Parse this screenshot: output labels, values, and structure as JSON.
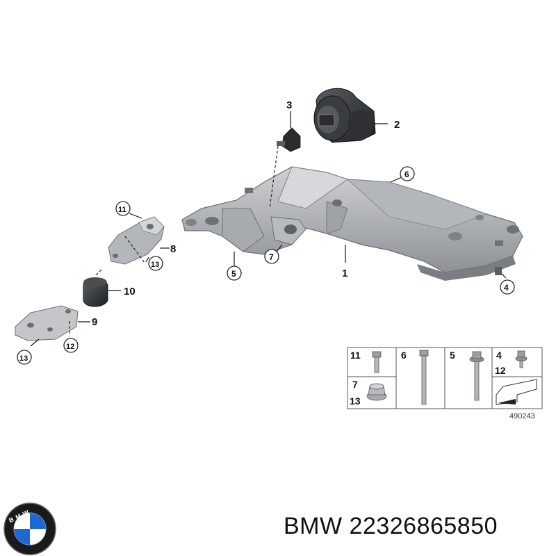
{
  "diagram": {
    "labels": {
      "p1": "1",
      "p2": "2",
      "p3": "3",
      "p4": "4",
      "p5": "5",
      "p6": "6",
      "p7": "7",
      "p8": "8",
      "p9": "9",
      "p10": "10",
      "p11": "11",
      "p12": "12",
      "p13a": "13",
      "p13b": "13"
    },
    "fastener_table": {
      "cells": {
        "c11": "11",
        "c6": "6",
        "c5": "5",
        "c4": "4",
        "c12": "12",
        "c7": "7",
        "c13": "13"
      },
      "code": "490243"
    }
  },
  "footer": {
    "part_caption": "BMW 22326865850",
    "logo_letters": "BMW"
  },
  "colors": {
    "part_gray": "#9a9da1",
    "part_light": "#c4c6c9",
    "part_dark": "#6b6e72",
    "mount_black": "#2a2c2e",
    "logo_blue": "#1c69d4"
  }
}
